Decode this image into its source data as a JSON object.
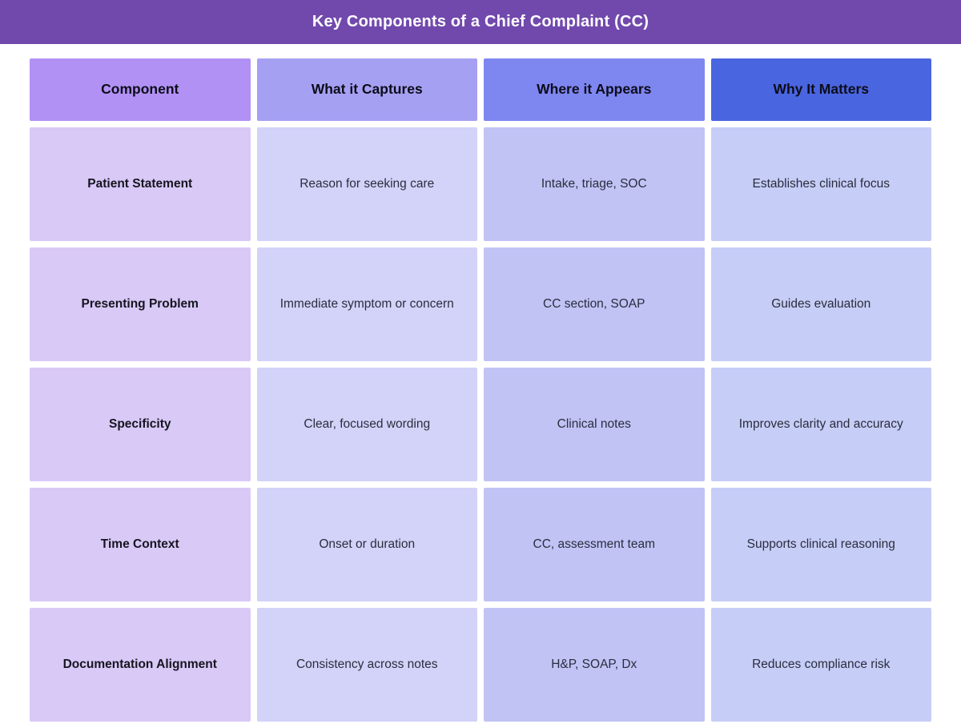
{
  "banner": {
    "title": "Key Components of a Chief Complaint (CC)",
    "bg": "#7149ad",
    "text_color": "#ffffff"
  },
  "table": {
    "columns": [
      {
        "label": "Component",
        "header_bg": "#b291f4",
        "cell_bg": "#d9c9f7"
      },
      {
        "label": "What it Captures",
        "header_bg": "#a6a0f3",
        "cell_bg": "#d3d2f8"
      },
      {
        "label": "Where it Appears",
        "header_bg": "#7e86f0",
        "cell_bg": "#c0c3f4"
      },
      {
        "label": "Why It Matters",
        "header_bg": "#4a65e0",
        "cell_bg": "#c6cdf6"
      }
    ],
    "rows": [
      {
        "component": "Patient Statement",
        "captures": "Reason for seeking care",
        "appears": "Intake, triage, SOC",
        "matters": "Establishes clinical focus"
      },
      {
        "component": "Presenting Problem",
        "captures": "Immediate symptom or concern",
        "appears": "CC section, SOAP",
        "matters": "Guides evaluation"
      },
      {
        "component": "Specificity",
        "captures": "Clear, focused wording",
        "appears": "Clinical notes",
        "matters": "Improves clarity and accuracy"
      },
      {
        "component": "Time Context",
        "captures": "Onset or duration",
        "appears": "CC, assessment team",
        "matters": "Supports clinical reasoning"
      },
      {
        "component": "Documentation Alignment",
        "captures": "Consistency across notes",
        "appears": "H&P, SOAP, Dx",
        "matters": "Reduces compliance risk"
      }
    ]
  },
  "chart_data": {
    "type": "table",
    "title": "Key Components of a Chief Complaint (CC)",
    "columns": [
      "Component",
      "What it Captures",
      "Where it Appears",
      "Why It Matters"
    ],
    "rows": [
      [
        "Patient Statement",
        "Reason for seeking care",
        "Intake, triage, SOC",
        "Establishes clinical focus"
      ],
      [
        "Presenting Problem",
        "Immediate symptom or concern",
        "CC section, SOAP",
        "Guides evaluation"
      ],
      [
        "Specificity",
        "Clear, focused wording",
        "Clinical notes",
        "Improves clarity and accuracy"
      ],
      [
        "Time Context",
        "Onset or duration",
        "CC, assessment team",
        "Supports clinical reasoning"
      ],
      [
        "Documentation Alignment",
        "Consistency across notes",
        "H&P, SOAP, Dx",
        "Reduces compliance risk"
      ]
    ]
  }
}
